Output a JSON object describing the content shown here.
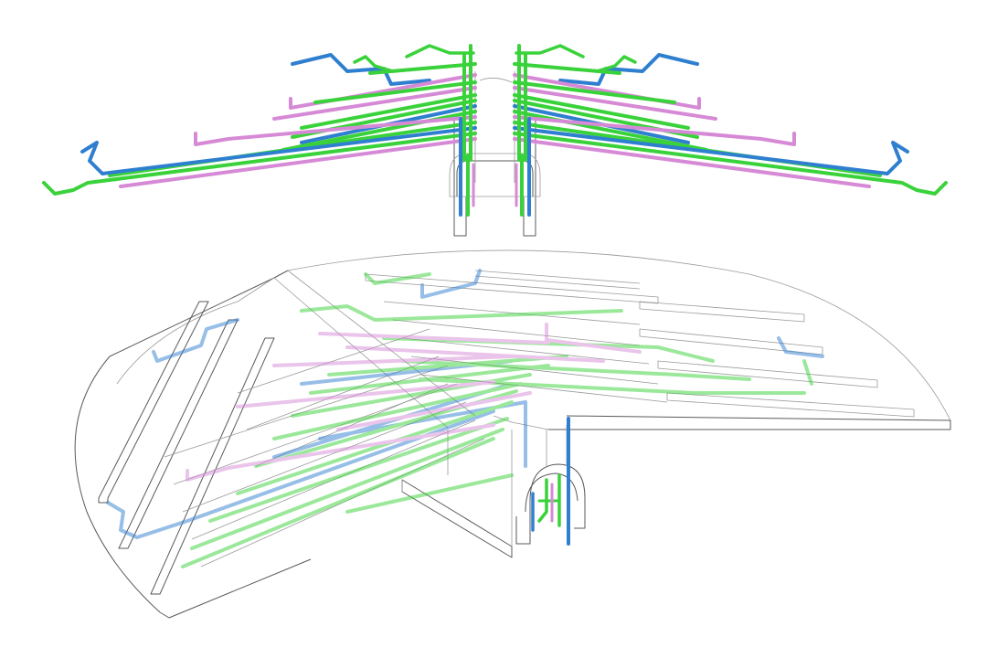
{
  "palette": {
    "blue": "#2f7fd0",
    "green": "#3ad23a",
    "pink": "#d68ad6",
    "line": "#5a5a5a",
    "background": "#ffffff"
  },
  "views": [
    {
      "id": "top",
      "kind": "isometric-piping-only"
    },
    {
      "id": "bottom",
      "kind": "isometric-with-structure"
    }
  ]
}
